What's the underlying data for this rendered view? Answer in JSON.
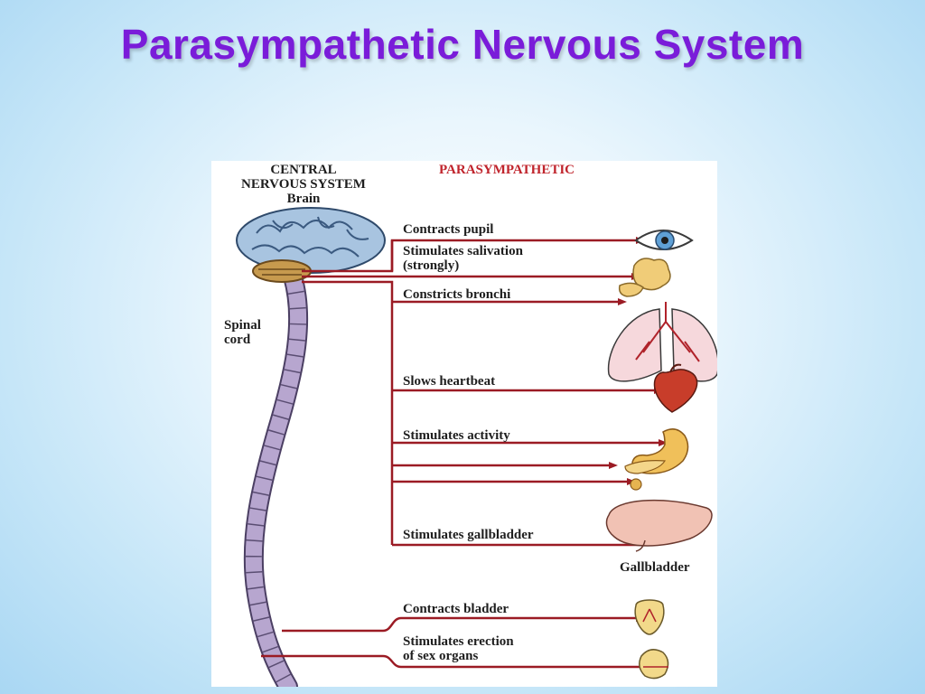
{
  "slide": {
    "title": "Parasympathetic Nervous System"
  },
  "diagram": {
    "cns_label": {
      "line1": "CENTRAL",
      "line2": "NERVOUS SYSTEM",
      "line3": "Brain"
    },
    "division_label": "PARASYMPATHETIC",
    "spinal_cord_label": {
      "line1": "Spinal",
      "line2": "cord"
    },
    "effects": [
      {
        "line1": "Contracts pupil",
        "line2": ""
      },
      {
        "line1": "Stimulates salivation",
        "line2": "(strongly)"
      },
      {
        "line1": "Constricts bronchi",
        "line2": ""
      },
      {
        "line1": "Slows heartbeat",
        "line2": ""
      },
      {
        "line1": "Stimulates activity",
        "line2": ""
      },
      {
        "line1": "Stimulates gallbladder",
        "line2": ""
      },
      {
        "line1": "Contracts bladder",
        "line2": ""
      },
      {
        "line1": "Stimulates erection",
        "line2": "of sex organs"
      }
    ],
    "gallbladder_label": "Gallbladder",
    "colors": {
      "title": "#7a1cd9",
      "nerve": "#9b1b24",
      "division_label": "#c0242c",
      "brain": "#a8c4e0",
      "spinal_cord": "#b7a6cf"
    }
  }
}
